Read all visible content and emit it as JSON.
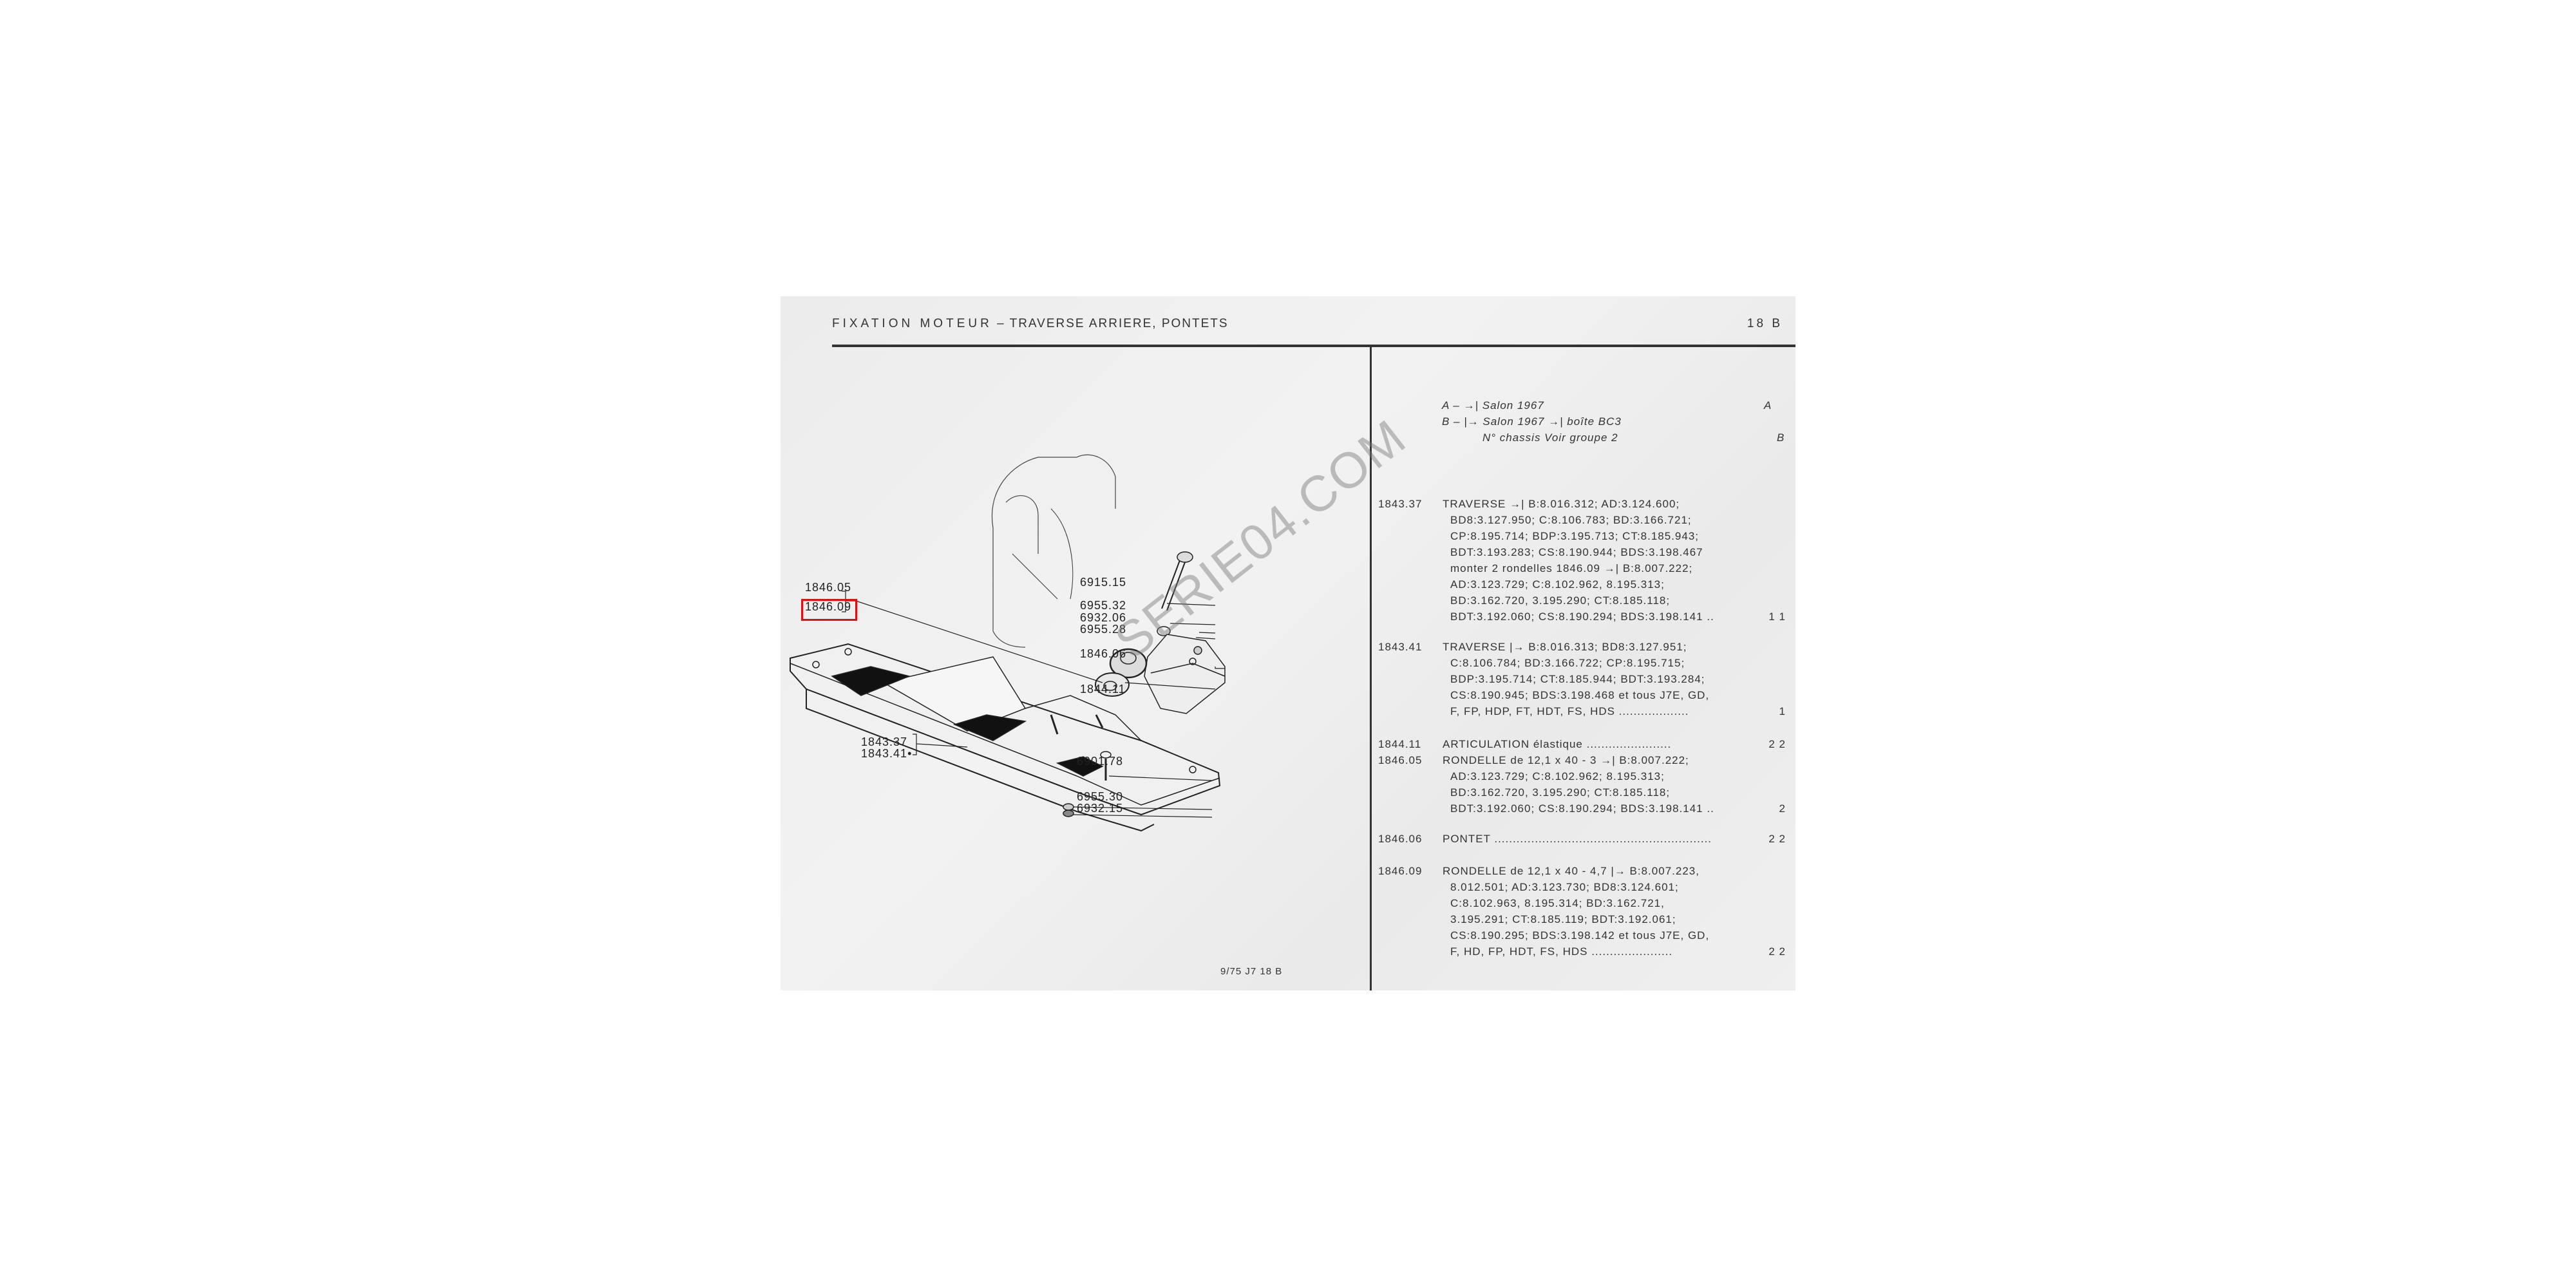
{
  "header": {
    "title_spaced": "FIXATION MOTEUR",
    "title_rest": " –  TRAVERSE  ARRIERE,  PONTETS",
    "page": "18 B"
  },
  "footer": "9/75  J7  18 B",
  "watermark": "SERIE04.COM",
  "legend": [
    {
      "text": "A – →| Salon 1967",
      "end": "A"
    },
    {
      "text": "B – |→ Salon 1967 →| boîte BC3",
      "end": ""
    },
    {
      "text": "           N° chassis Voir groupe 2",
      "end": "B"
    }
  ],
  "diagram_labels": {
    "l1846_05": "1846.05",
    "l1846_09": "1846.09",
    "l6915_15": "6915.15",
    "l6955_32": "6955.32",
    "l6932_06": "6932.06",
    "l6955_28": "6955.28",
    "l1846_06": "1846.06",
    "l1844_11": "1844.11",
    "l1843_37": "1843.37",
    "l1843_41": "1843.41•",
    "l6901_78": "6901.78",
    "l6955_30": "6955.30",
    "l6932_15": "6932.15"
  },
  "highlighted_ref": "1846.09",
  "entries": [
    {
      "code": "1843.37",
      "lines": [
        "TRAVERSE →| B:8.016.312; AD:3.124.600;",
        "BD8:3.127.950; C:8.106.783; BD:3.166.721;",
        "CP:8.195.714; BDP:3.195.713; CT:8.185.943;",
        "BDT:3.193.283; CS:8.190.944; BDS:3.198.467",
        "monter 2 rondelles 1846.09 →| B:8.007.222;",
        "AD:3.123.729; C:8.102.962, 8.195.313;",
        "BD:3.162.720, 3.195.290; CT:8.185.118;",
        "BDT:3.192.060; CS:8.190.294; BDS:3.198.141 .."
      ],
      "qty": "1 1"
    },
    {
      "code": "1843.41",
      "lines": [
        "TRAVERSE |→ B:8.016.313; BD8:3.127.951;",
        "C:8.106.784; BD:3.166.722; CP:8.195.715;",
        "BDP:3.195.714; CT:8.185.944; BDT:3.193.284;",
        "CS:8.190.945; BDS:3.198.468 et tous J7E, GD,",
        "F, FP, HDP, FT, HDT, FS, HDS  ..................."
      ],
      "qty": "1"
    },
    {
      "code": "1844.11",
      "lines": [
        "ARTICULATION élastique  ......................."
      ],
      "qty": "2 2"
    },
    {
      "code": "1846.05",
      "lines": [
        "RONDELLE de 12,1 x 40 - 3 →| B:8.007.222;",
        "AD:3.123.729; C:8.102.962; 8.195.313;",
        "BD:3.162.720, 3.195.290; CT:8.185.118;",
        "BDT:3.192.060; CS:8.190.294; BDS:3.198.141 .."
      ],
      "qty": "2"
    },
    {
      "code": "1846.06",
      "lines": [
        "PONTET  ..........................................................."
      ],
      "qty": "2 2"
    },
    {
      "code": "1846.09",
      "lines": [
        "RONDELLE de 12,1 x 40 - 4,7 |→ B:8.007.223,",
        "8.012.501; AD:3.123.730; BD8:3.124.601;",
        "C:8.102.963, 8.195.314; BD:3.162.721,",
        "3.195.291; CT:8.185.119; BDT:3.192.061;",
        "CS:8.190.295; BDS:3.198.142 et tous J7E, GD,",
        "F, HD, FP, HDT, FS, HDS  ......................"
      ],
      "qty": "2 2"
    }
  ]
}
